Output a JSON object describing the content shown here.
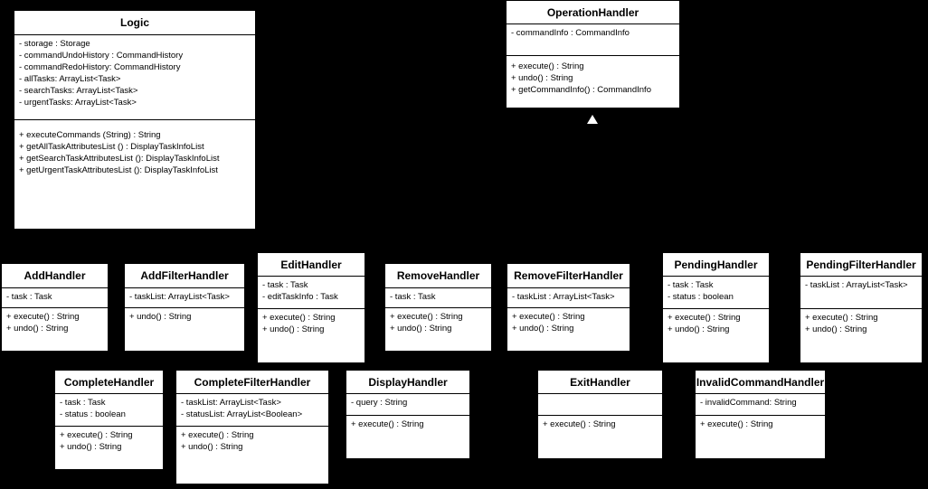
{
  "classes": [
    {
      "name": "Logic",
      "attrs": [
        "- storage : Storage",
        "- commandUndoHistory : CommandHistory",
        "- commandRedoHistory: CommandHistory",
        "- allTasks: ArrayList<Task>",
        "- searchTasks: ArrayList<Task>",
        "- urgentTasks: ArrayList<Task>"
      ],
      "ops": [
        "+ executeCommands (String) : String",
        "+ getAllTaskAttributesList () : DisplayTaskInfoList",
        "+ getSearchTaskAttributesList (): DisplayTaskInfoList",
        "+ getUrgentTaskAttributesList (): DisplayTaskInfoList"
      ]
    },
    {
      "name": "OperationHandler",
      "attrs": [
        "- commandInfo : CommandInfo"
      ],
      "ops": [
        "+ execute() : String",
        "+ undo() : String",
        "+ getCommandInfo() : CommandInfo"
      ]
    },
    {
      "name": "AddHandler",
      "attrs": [
        "- task : Task"
      ],
      "ops": [
        "+ execute() : String",
        "+ undo() : String"
      ]
    },
    {
      "name": "AddFilterHandler",
      "attrs": [
        "- taskList: ArrayList<Task>"
      ],
      "ops": [
        "+ undo() : String"
      ]
    },
    {
      "name": "EditHandler",
      "attrs": [
        "- task : Task",
        "- editTaskInfo : Task"
      ],
      "ops": [
        "+ execute() : String",
        "+ undo() : String"
      ]
    },
    {
      "name": "RemoveHandler",
      "attrs": [
        "- task : Task"
      ],
      "ops": [
        "+ execute() : String",
        "+ undo() : String"
      ]
    },
    {
      "name": "RemoveFilterHandler",
      "attrs": [
        "- taskList : ArrayList<Task>"
      ],
      "ops": [
        "+ execute() : String",
        "+ undo() : String"
      ]
    },
    {
      "name": "PendingHandler",
      "attrs": [
        "- task : Task",
        "- status : boolean"
      ],
      "ops": [
        "+ execute() : String",
        "+ undo() : String"
      ]
    },
    {
      "name": "PendingFilterHandler",
      "attrs": [
        "- taskList : ArrayList<Task>"
      ],
      "ops": [
        "+ execute() : String",
        "+ undo() : String"
      ]
    },
    {
      "name": "CompleteHandler",
      "attrs": [
        "- task : Task",
        "- status : boolean"
      ],
      "ops": [
        "+ execute() : String",
        "+ undo() : String"
      ]
    },
    {
      "name": "CompleteFilterHandler",
      "attrs": [
        "- taskList: ArrayList<Task>",
        "- statusList: ArrayList<Boolean>"
      ],
      "ops": [
        "+ execute() : String",
        "+ undo() : String"
      ]
    },
    {
      "name": "DisplayHandler",
      "attrs": [
        "- query : String"
      ],
      "ops": [
        "+ execute() : String"
      ]
    },
    {
      "name": "ExitHandler",
      "attrs": [],
      "ops": [
        "+ execute() : String"
      ]
    },
    {
      "name": "InvalidCommandHandler",
      "attrs": [
        "- invalidCommand: String"
      ],
      "ops": [
        "+ execute() : String"
      ]
    }
  ]
}
